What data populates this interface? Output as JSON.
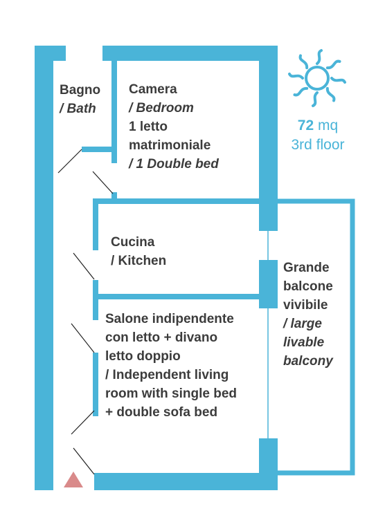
{
  "colors": {
    "wall": "#4ab4d8",
    "balcony_line": "#4ab4d8",
    "text": "#3c3c3c",
    "accent": "#4ab4d8",
    "entrance_marker": "#d98a8a",
    "door_swing": "#222222"
  },
  "info": {
    "area_value": "72",
    "area_unit": "mq",
    "floor": "3rd floor",
    "icon": "sun-icon"
  },
  "rooms": {
    "bath": {
      "line1": "Bagno",
      "line2": "/ Bath"
    },
    "bedroom": {
      "line1": "Camera",
      "line2": "/ Bedroom",
      "line3": "1 letto",
      "line4": "matrimoniale",
      "line5": "/ 1 Double bed"
    },
    "kitchen": {
      "line1": "Cucina",
      "line2": "/ Kitchen"
    },
    "living": {
      "line1": "Salone indipendente",
      "line2": "con letto + divano",
      "line3": "letto doppio",
      "line4": "/ Independent living",
      "line5": "room with single bed",
      "line6": "+ double sofa bed"
    },
    "balcony": {
      "line1": "Grande",
      "line2": "balcone",
      "line3": "vivibile",
      "line4": "/ large",
      "line5": "livable",
      "line6": "balcony"
    }
  },
  "entrance": {
    "icon": "entrance-triangle-icon"
  }
}
